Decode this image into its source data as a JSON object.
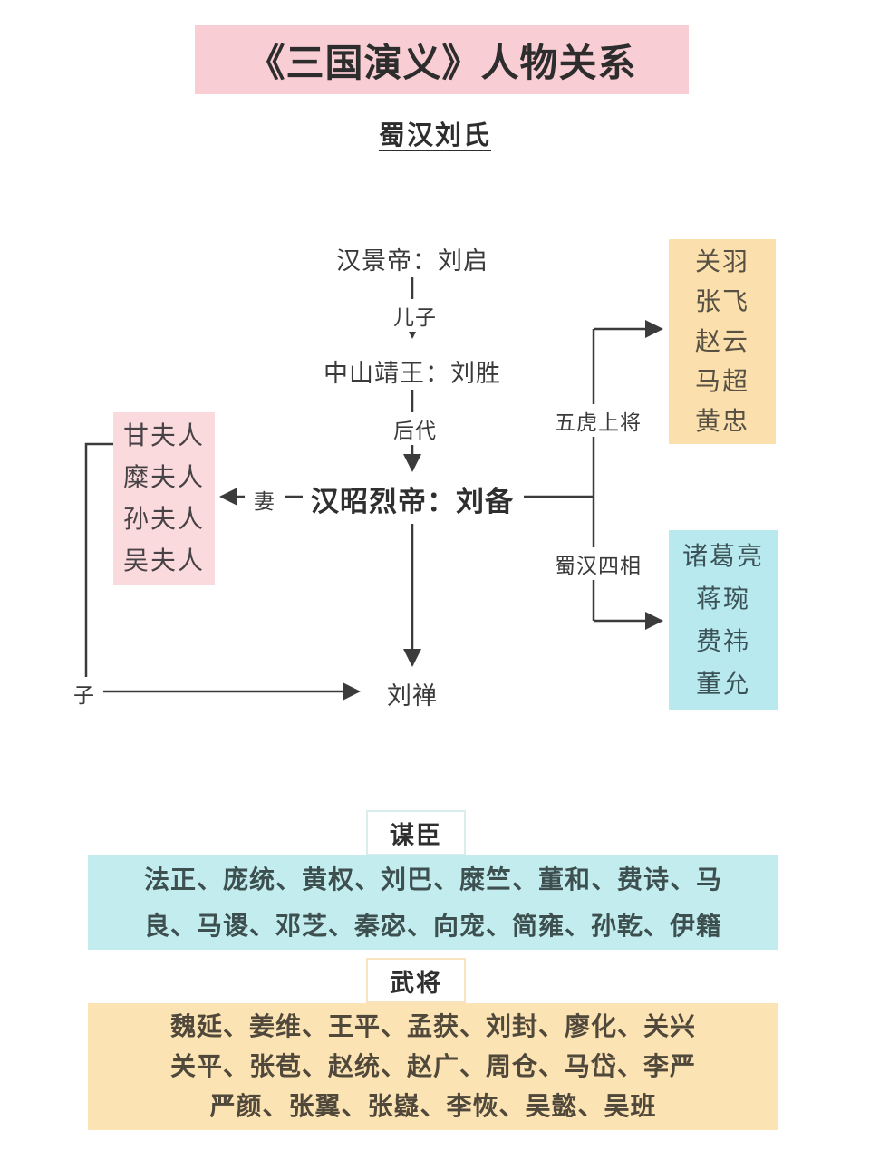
{
  "banner": {
    "title": "《三国演义》人物关系"
  },
  "section_heading": "蜀汉刘氏",
  "family": {
    "ancestor": "汉景帝：刘启",
    "edge_son": "儿子",
    "prince": "中山靖王：刘胜",
    "edge_descendant": "后代",
    "liu_bei": "汉昭烈帝：刘备",
    "edge_wife": "妻",
    "wives": [
      "甘夫人",
      "糜夫人",
      "孙夫人",
      "吴夫人"
    ],
    "edge_child": "子",
    "heir": "刘禅",
    "five_tigers_label": "五虎上将",
    "five_tigers": [
      "关羽",
      "张飞",
      "赵云",
      "马超",
      "黄忠"
    ],
    "four_chancellors_label": "蜀汉四相",
    "four_chancellors": [
      "诸葛亮",
      "蒋琬",
      "费祎",
      "董允"
    ]
  },
  "advisors": {
    "header": "谋臣",
    "lines": [
      "法正、庞统、黄权、刘巴、糜竺、董和、费诗、马",
      "良、马谡、邓芝、秦宓、向宠、简雍、孙乾、伊籍"
    ]
  },
  "commanders": {
    "header": "武将",
    "lines": [
      "魏延、姜维、王平、孟获、刘封、廖化、关兴",
      "关平、张苞、赵统、赵广、周仓、马岱、李严",
      "严颜、张翼、张嶷、李恢、吴懿、吴班"
    ]
  },
  "colors": {
    "banner_bg": "#f8cdd3",
    "wives_bg": "#fbdadd",
    "generals_bg": "#fbe0ae",
    "chancellors_bg": "#b8e9ee",
    "advisors_bg": "#c3ecef",
    "commanders_bg": "#fbe3b4",
    "line": "#3b3b3b"
  }
}
